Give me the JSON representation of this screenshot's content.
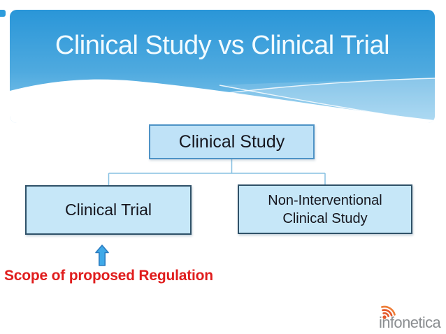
{
  "slide": {
    "title": "Clinical Study vs Clinical Trial"
  },
  "banner": {
    "gradient_top": "#2a96d8",
    "gradient_mid": "#4faadf",
    "gradient_bottom": "#8ccbee"
  },
  "diagram": {
    "type": "hierarchy",
    "root": {
      "label": "Clinical Study"
    },
    "children": [
      {
        "label": "Clinical Trial"
      },
      {
        "label": "Non-Interventional Clinical Study"
      }
    ],
    "connector_color": "#86c0e2",
    "box_fill": "#c6e7f8",
    "root_border_color": "#4e93c6",
    "child_border_color": "#2f5168"
  },
  "annotation": {
    "label": "Scope of proposed Regulation",
    "text_color": "#e01d1d",
    "arrow_icon": "up-arrow",
    "arrow_fill": "#3fa9e8",
    "arrow_border": "#2b7cc0"
  },
  "logo": {
    "text": "infonetica",
    "text_color": "#8b8e91",
    "icon": "wifi-signal-icon",
    "icon_color": "#e4572a",
    "icon_color_outer": "#ee7c35"
  }
}
